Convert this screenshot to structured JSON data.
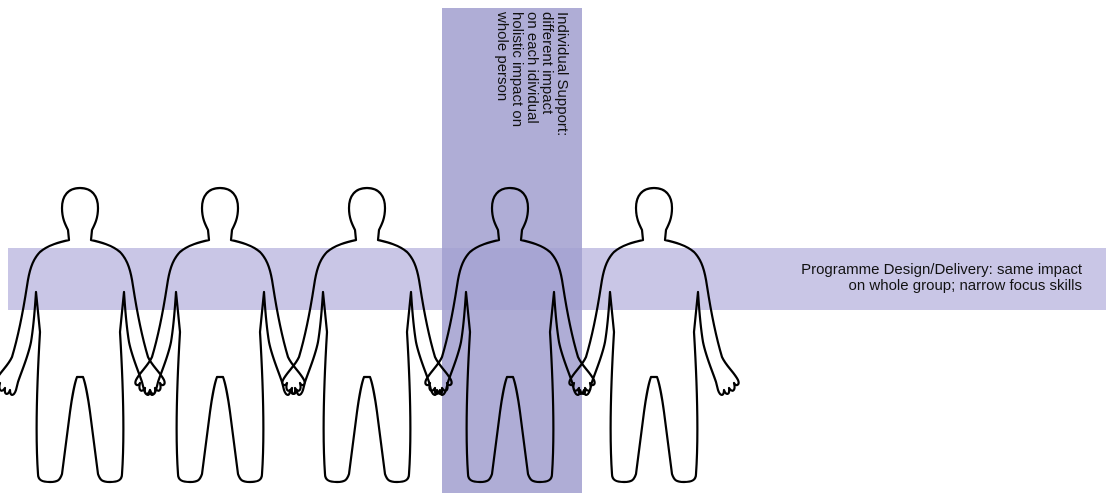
{
  "colors": {
    "individual_band": "#a19fcf",
    "programme_band": "#c9c6e6",
    "figure_stroke": "#000000"
  },
  "figure_count": 5,
  "individual_support": {
    "lines": [
      "Individual Support:",
      "different impact",
      "on each idividual",
      "holistic impact on",
      "whole person"
    ]
  },
  "programme_design": {
    "lines": [
      "Programme Design/Delivery: same impact",
      "on whole group; narrow focus skills"
    ]
  }
}
